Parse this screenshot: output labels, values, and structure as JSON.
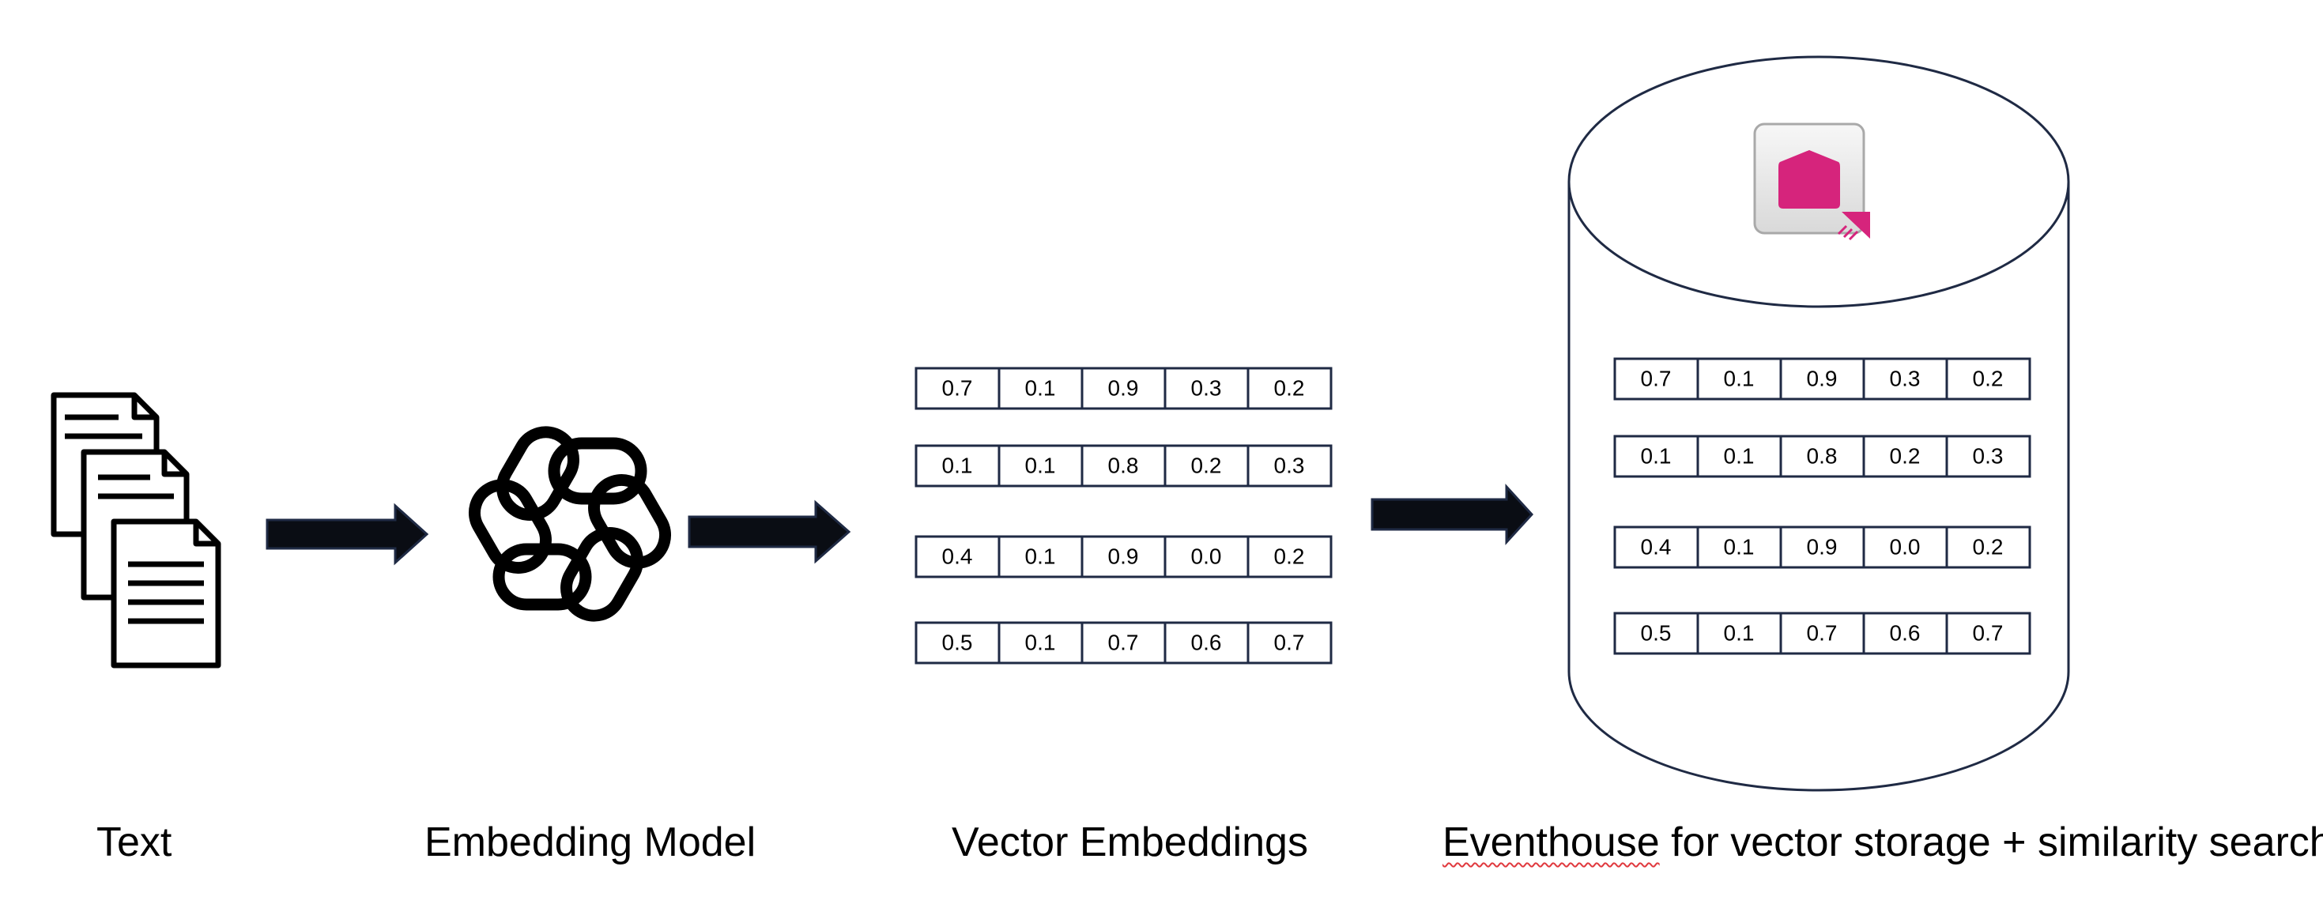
{
  "captions": {
    "text": "Text",
    "model": "Embedding Model",
    "vectors": "Vector Embeddings",
    "store_word": "Eventhouse",
    "store_rest": " for vector storage + similarity search"
  },
  "vectors": [
    [
      "0.7",
      "0.1",
      "0.9",
      "0.3",
      "0.2"
    ],
    [
      "0.1",
      "0.1",
      "0.8",
      "0.2",
      "0.3"
    ],
    [
      "0.4",
      "0.1",
      "0.9",
      "0.0",
      "0.2"
    ],
    [
      "0.5",
      "0.1",
      "0.7",
      "0.6",
      "0.7"
    ]
  ],
  "icons": {
    "documents": "documents-icon",
    "model": "openai-logo-icon",
    "eventhouse": "eventhouse-icon"
  },
  "colors": {
    "arrow": "#0a0d14",
    "table_border": "#1f2a44",
    "eventhouse": "#d6247c"
  }
}
